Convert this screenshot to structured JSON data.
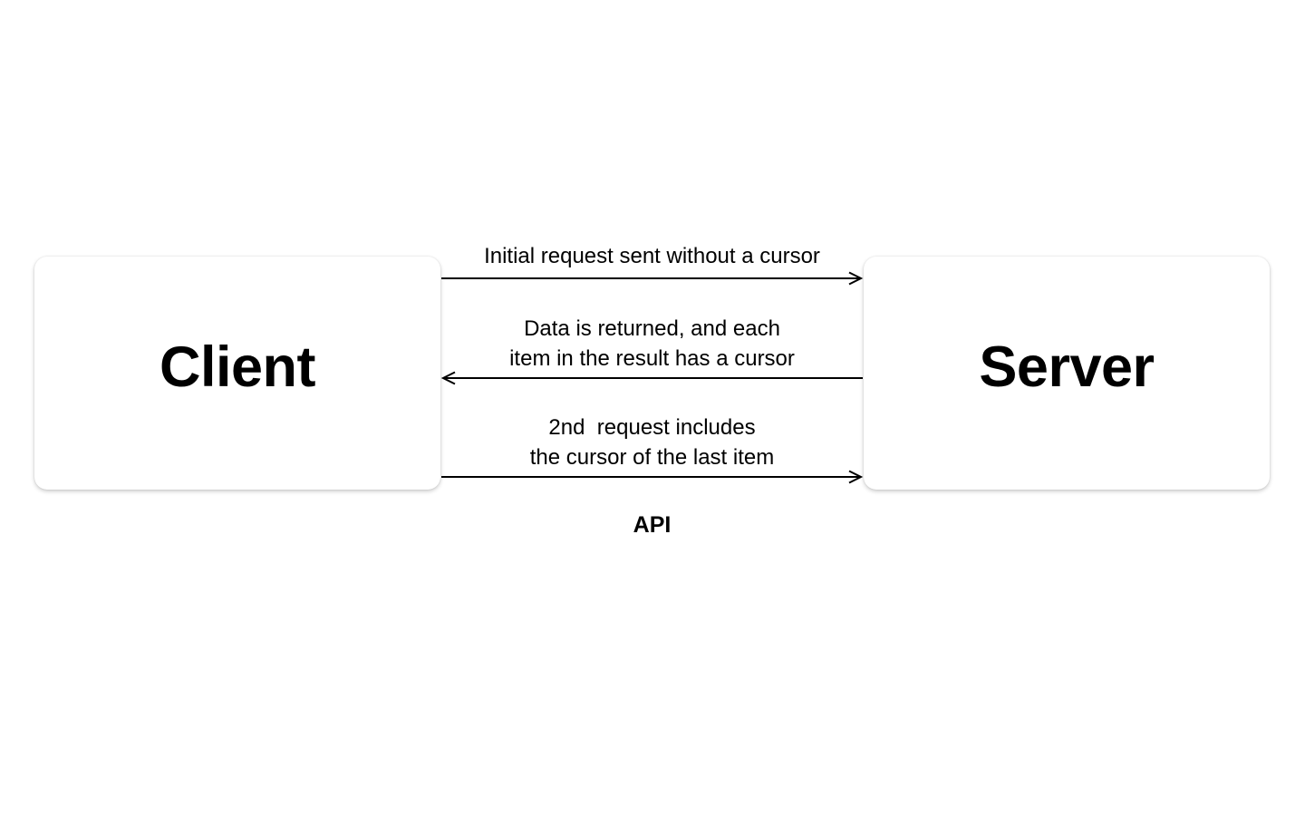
{
  "diagram": {
    "client_box": {
      "label": "Client"
    },
    "server_box": {
      "label": "Server"
    },
    "messages": [
      {
        "label": "Initial request sent without a cursor",
        "direction": "right",
        "from": "Client",
        "to": "Server"
      },
      {
        "label": "Data is returned, and each\nitem in the result has a cursor",
        "direction": "left",
        "from": "Server",
        "to": "Client"
      },
      {
        "label": "2nd  request includes\nthe cursor of the last item",
        "direction": "right",
        "from": "Client",
        "to": "Server"
      }
    ],
    "api_label": "API",
    "colors": {
      "page_background": "#ffffff",
      "box_background": "#ffffff",
      "text": "#000000",
      "arrow": "#000000"
    }
  }
}
